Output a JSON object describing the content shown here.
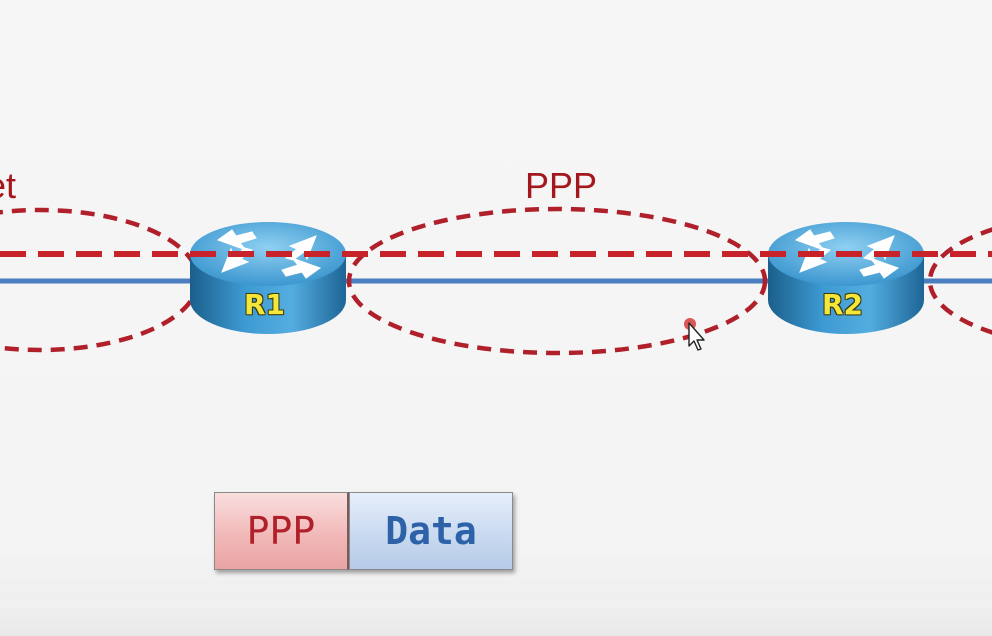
{
  "labels": {
    "left_partial": "et",
    "middle_link": "PPP"
  },
  "routers": [
    {
      "name": "R1"
    },
    {
      "name": "R2"
    }
  ],
  "frame": {
    "header": "PPP",
    "payload": "Data"
  },
  "colors": {
    "ppp_red": "#b0202a",
    "link_blue": "#4a7ec0",
    "router_blue": "#2f8fc7",
    "router_label": "#f5e63a"
  },
  "icons": {
    "router": "router-icon",
    "cursor": "mouse-pointer-icon"
  }
}
